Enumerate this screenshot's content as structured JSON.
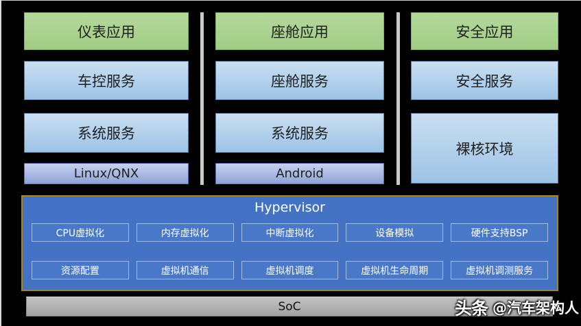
{
  "columns": [
    {
      "app": "仪表应用",
      "service": "车控服务",
      "system": "系统服务",
      "os": "Linux/QNX"
    },
    {
      "app": "座舱应用",
      "service": "座舱服务",
      "system": "系统服务",
      "os": "Android"
    },
    {
      "app": "安全应用",
      "service": "安全服务",
      "bare_metal": "裸核环境"
    }
  ],
  "hypervisor": {
    "title": "Hypervisor",
    "modules_row1": [
      "CPU虚拟化",
      "内存虚拟化",
      "中断虚拟化",
      "设备模拟",
      "硬件支持BSP"
    ],
    "modules_row2": [
      "资源配置",
      "虚拟机通信",
      "虚拟机调度",
      "虚拟机生命周期",
      "虚拟机调测服务"
    ]
  },
  "soc": {
    "label": "SoC"
  },
  "watermark": {
    "logo": "头条",
    "handle": "@汽车架构人"
  },
  "colors": {
    "background": "#000000",
    "app_green": "#a9d18e",
    "service_blue_top": "#cadff2",
    "service_blue_bottom": "#9cc3e6",
    "os_blue_top": "#c5d1ef",
    "os_blue_bottom": "#90a3d7",
    "hypervisor_blue": "#4472c4",
    "hypervisor_border_gold": "#a8861d",
    "module_border_light_blue": "#a4bce4",
    "divider_gray": "#c9c9c9",
    "soc_gray": "#a9a9a9"
  }
}
